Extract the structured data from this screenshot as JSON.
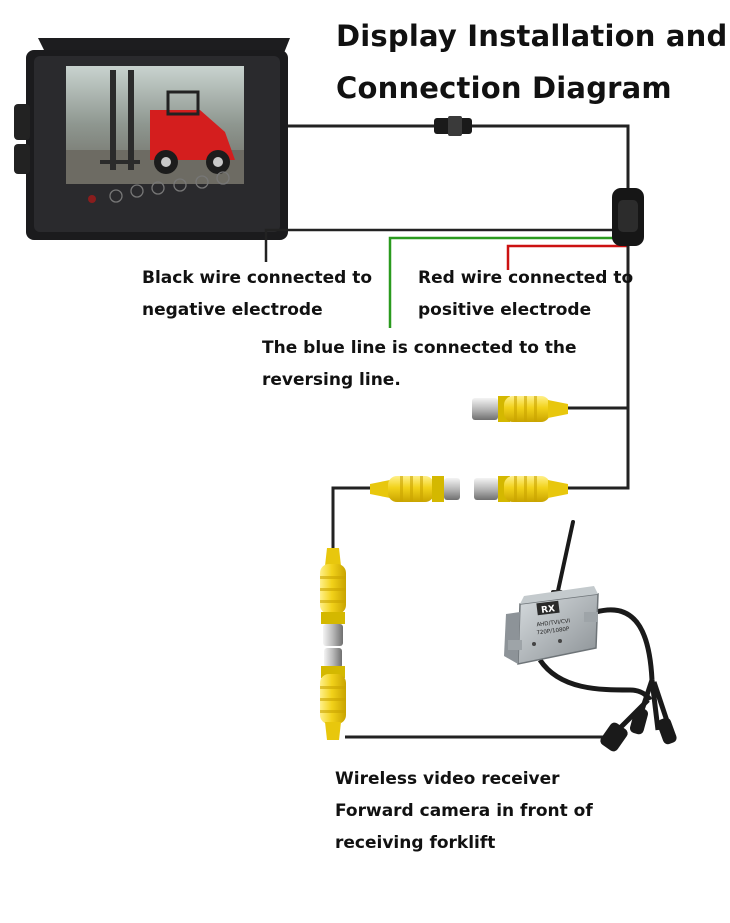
{
  "title": {
    "line1": "Display Installation and",
    "line2": "Connection Diagram"
  },
  "labels": {
    "black_wire_1": "Black wire connected to",
    "black_wire_2": "negative electrode",
    "red_wire_1": "Red wire connected to",
    "red_wire_2": "positive electrode",
    "blue_line_1": "The blue line is connected to the",
    "blue_line_2": "reversing line.",
    "receiver_1": "Wireless video receiver",
    "receiver_2": "Forward camera in front of",
    "receiver_3": "receiving forklift"
  },
  "receiver_box": {
    "badge": "RX",
    "model": "AHD/TVI/CVI",
    "resolution": "720P/1080P"
  },
  "colors": {
    "black_wire": "#222222",
    "red_wire": "#cc1111",
    "green_wire": "#2a9a1e",
    "rca_yellow": "#f2d21a",
    "receiver_body": "#a9b0b4"
  }
}
